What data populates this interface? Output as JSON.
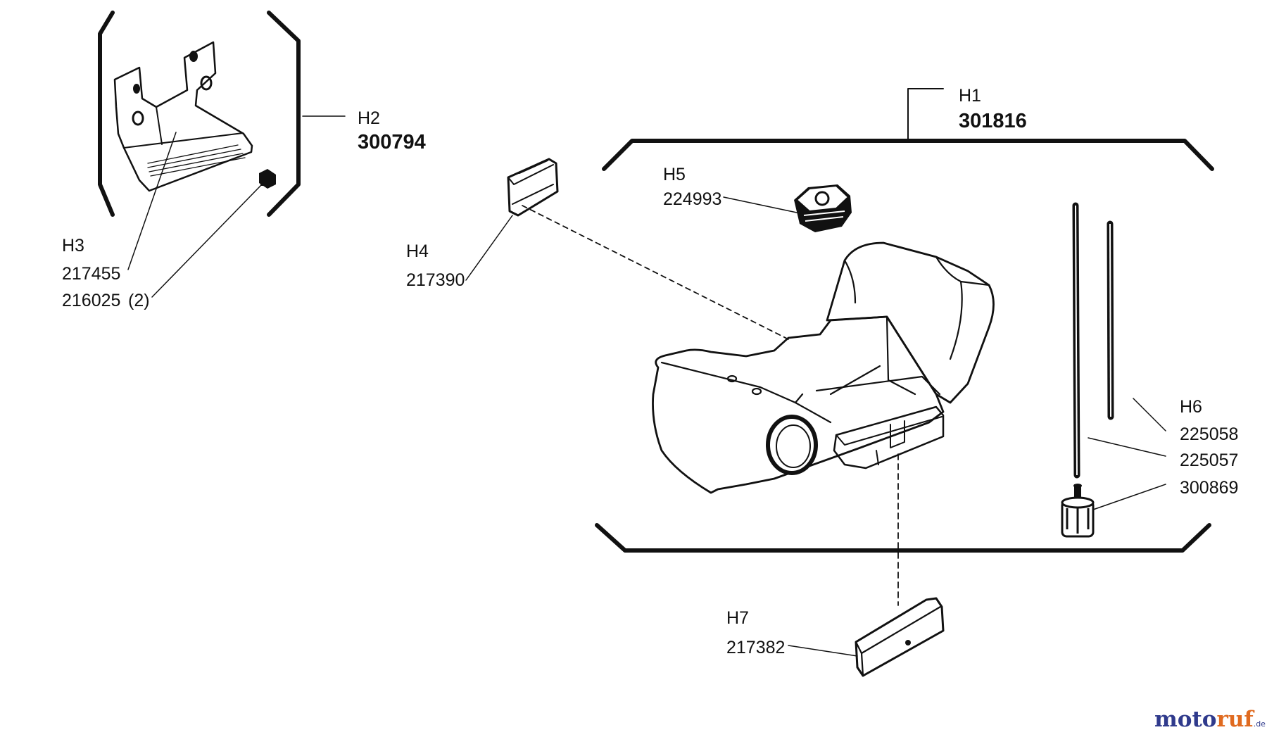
{
  "parts": {
    "h1": {
      "ref": "H1",
      "number": "301816"
    },
    "h2": {
      "ref": "H2",
      "number": "300794"
    },
    "h3": {
      "ref": "H3",
      "numbers": [
        "217455",
        "216025"
      ],
      "qty": "(2)"
    },
    "h4": {
      "ref": "H4",
      "number": "217390"
    },
    "h5": {
      "ref": "H5",
      "number": "224993"
    },
    "h6": {
      "ref": "H6",
      "numbers": [
        "225058",
        "225057",
        "300869"
      ]
    },
    "h7": {
      "ref": "H7",
      "number": "217382"
    }
  },
  "watermark": {
    "part1": "moto",
    "part2": "ruf",
    "suffix": ".de"
  },
  "colors": {
    "ink": "#111111",
    "brand_blue": "#2f3a8c",
    "brand_orange": "#e06a1f"
  }
}
